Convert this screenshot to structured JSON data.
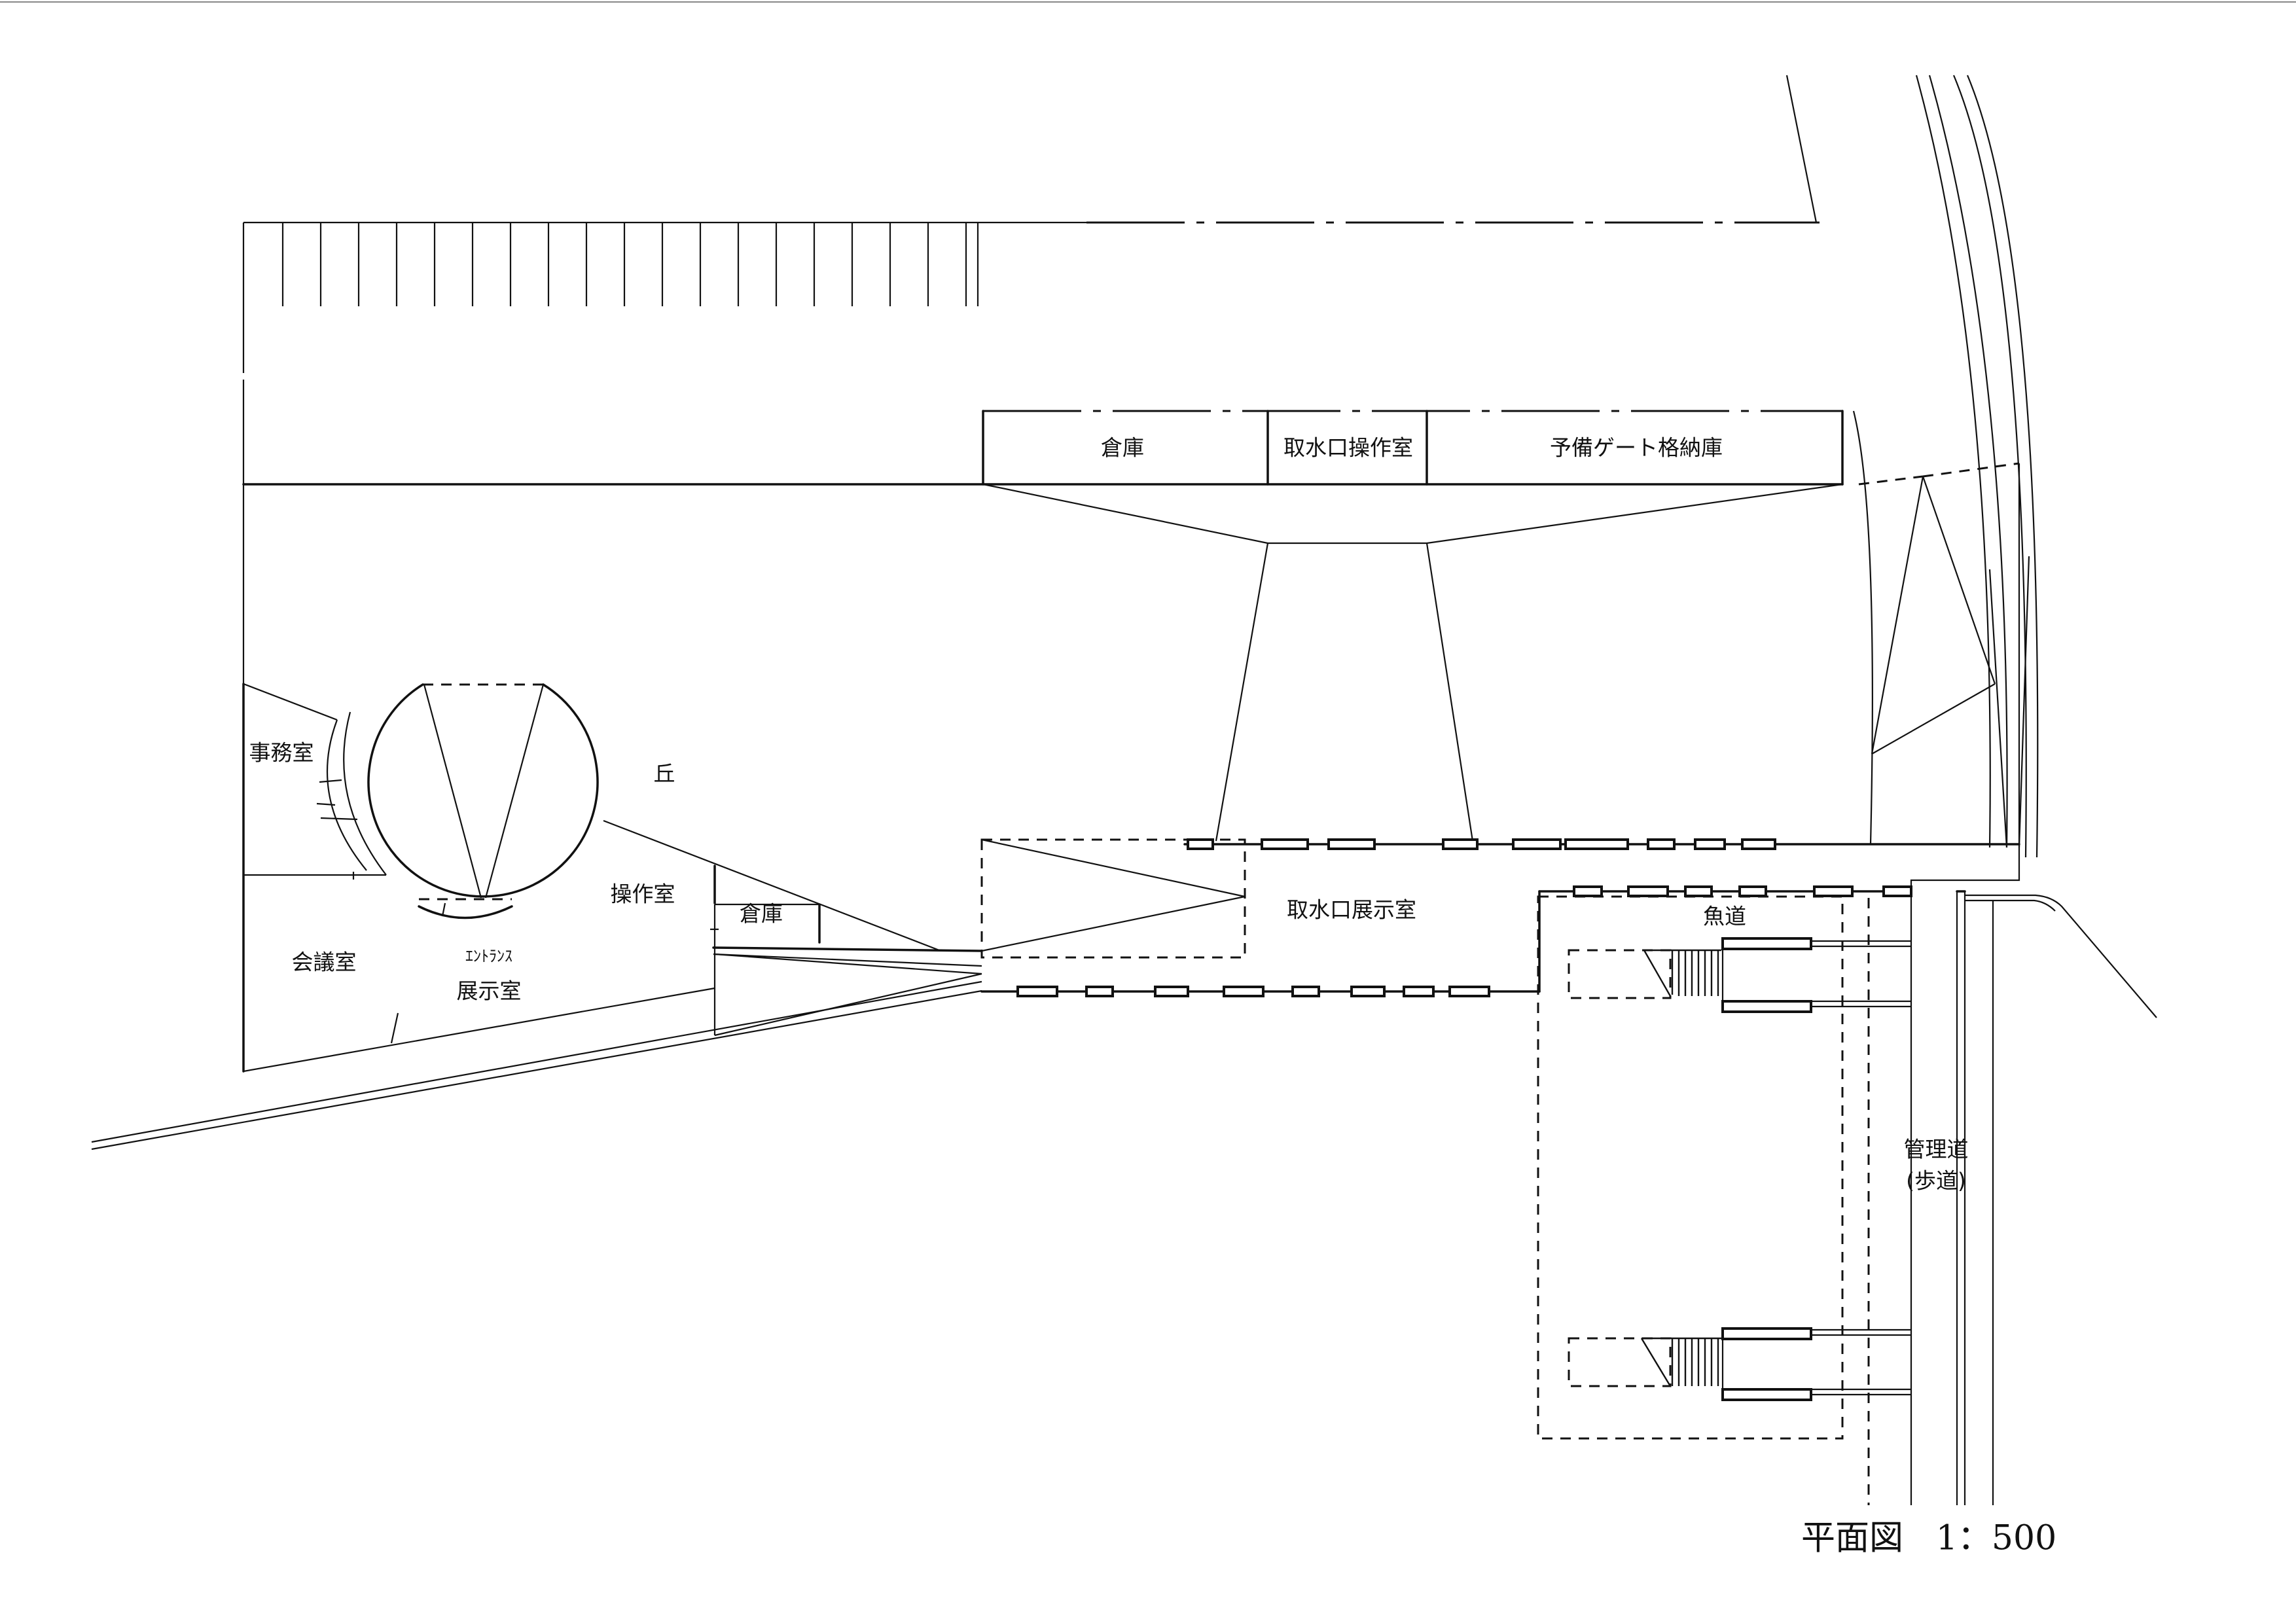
{
  "rooms": {
    "storage_north": "倉庫",
    "intake_control_room": "取水口操作室",
    "spare_gate_storage": "予備ゲート格納庫",
    "office": "事務室",
    "hill": "丘",
    "meeting_room": "会議室",
    "entrance": "ｴﾝﾄﾗﾝｽ",
    "exhibition_room": "展示室",
    "control_room": "操作室",
    "storage_small": "倉庫",
    "intake_exhibition_room": "取水口展示室",
    "fishway": "魚道",
    "management_road": "管理道",
    "walkway": "(歩道)"
  },
  "title": {
    "label": "平面図",
    "scale": "1：500"
  }
}
